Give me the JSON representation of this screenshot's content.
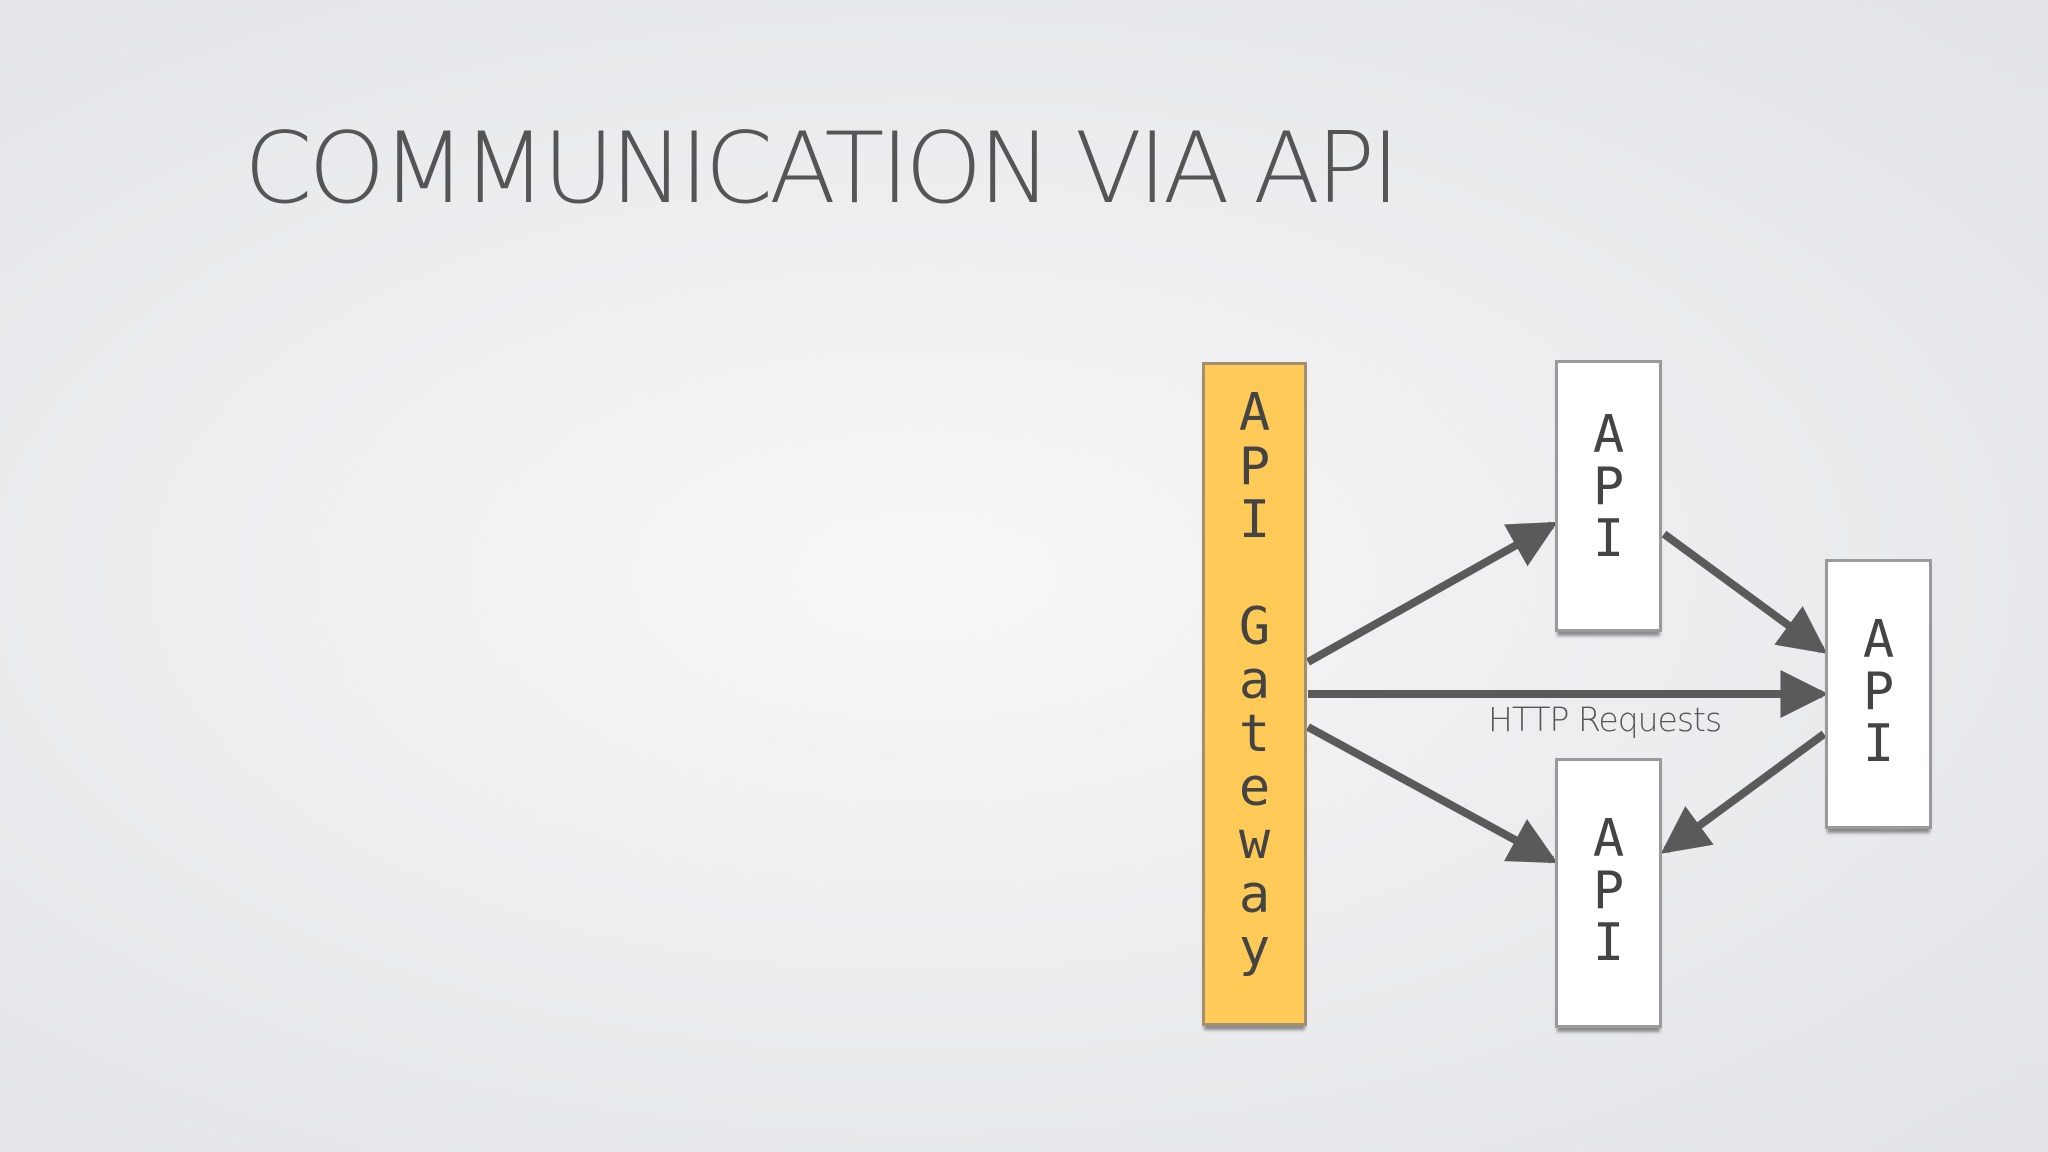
{
  "slide": {
    "title": "COMMUNICATION VIA API"
  },
  "diagram": {
    "gateway": {
      "label_chars": [
        "A",
        "P",
        "I",
        " ",
        "G",
        "a",
        "t",
        "e",
        "w",
        "a",
        "y"
      ],
      "fill_color": "#ffca57"
    },
    "services": [
      {
        "id": "api-top",
        "label_chars": [
          "A",
          "P",
          "I"
        ]
      },
      {
        "id": "api-right",
        "label_chars": [
          "A",
          "P",
          "I"
        ]
      },
      {
        "id": "api-bottom",
        "label_chars": [
          "A",
          "P",
          "I"
        ]
      }
    ],
    "edge_label": "HTTP Requests",
    "edges": [
      {
        "from": "gateway",
        "to": "api-top"
      },
      {
        "from": "gateway",
        "to": "api-right"
      },
      {
        "from": "gateway",
        "to": "api-bottom"
      },
      {
        "from": "api-top",
        "to": "api-right"
      },
      {
        "from": "api-right",
        "to": "api-bottom"
      }
    ],
    "arrow_color": "#5a5a5a"
  }
}
